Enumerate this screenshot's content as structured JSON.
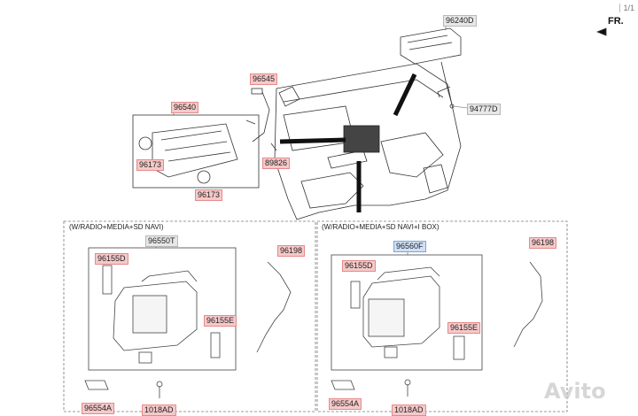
{
  "page_indicator": "1/1",
  "front_marker": "FR.",
  "watermark": "Avito",
  "left_panel": {
    "title": "(W/RADIO+MEDIA+SD NAVI)",
    "assembly": "96550T"
  },
  "right_panel": {
    "title": "(W/RADIO+MEDIA+SD NAVI+I BOX)",
    "assembly": "96560F"
  },
  "parts": {
    "p96240D": "96240D",
    "p94777D": "94777D",
    "p96545": "96545",
    "p96540": "96540",
    "p96173a": "96173",
    "p96173b": "96173",
    "p89826": "89826",
    "l96155D": "96155D",
    "l96155E": "96155E",
    "l96198": "96198",
    "l96554A": "96554A",
    "l1018AD": "1018AD",
    "r96155D": "96155D",
    "r96155E": "96155E",
    "r96198": "96198",
    "r96554A": "96554A",
    "r1018AD": "1018AD"
  }
}
